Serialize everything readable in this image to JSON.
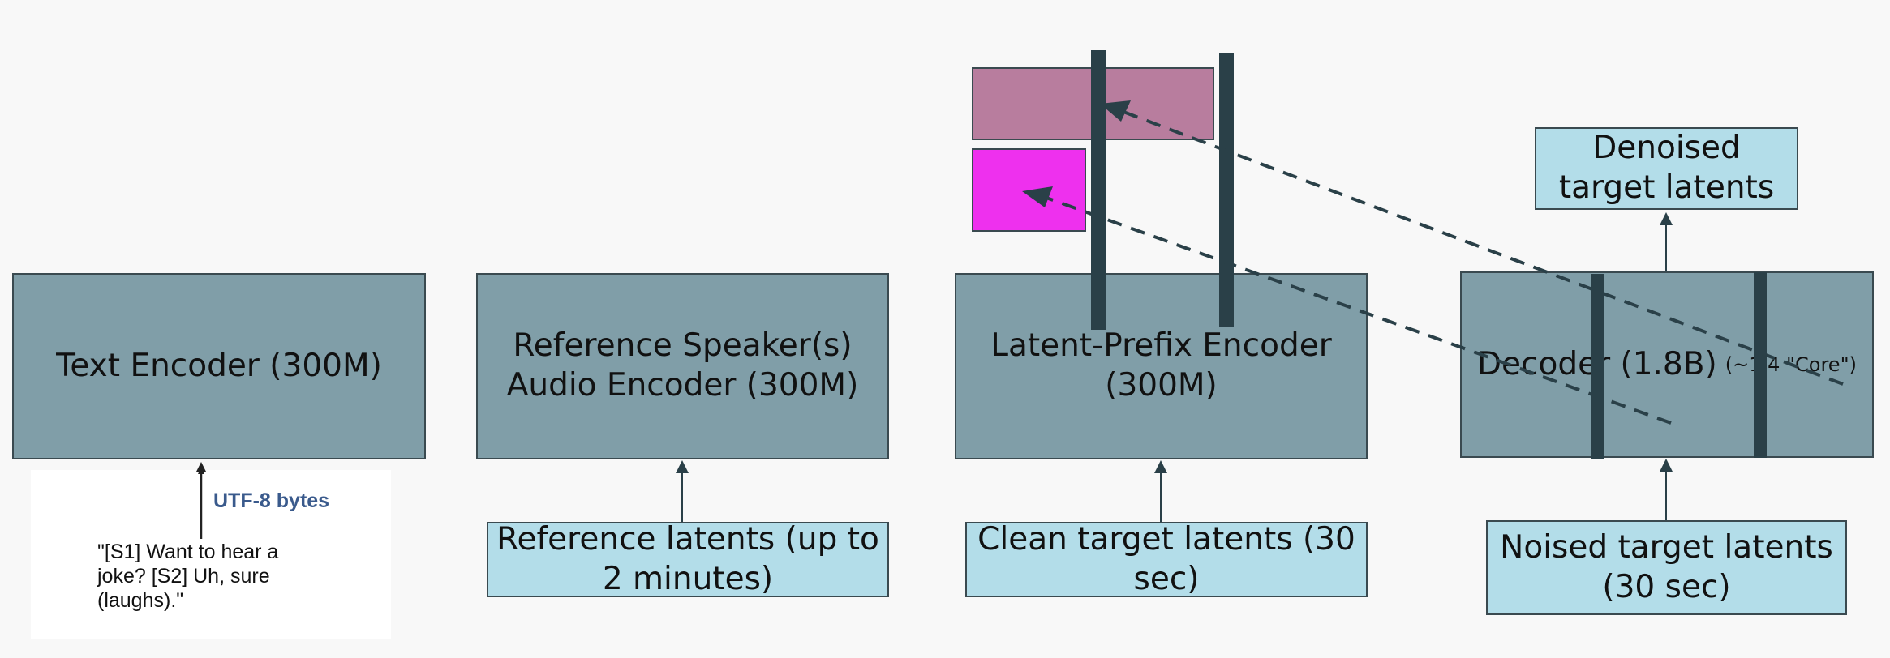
{
  "text_encoder": {
    "label": "Text Encoder (300M)"
  },
  "text_input": {
    "arrow_label": "UTF-8 bytes",
    "example": "\"[S1] Want to hear a joke? [S2] Uh, sure (laughs).\""
  },
  "reference_encoder": {
    "label_line1": "Reference Speaker(s)",
    "label_line2": "Audio Encoder (300M)"
  },
  "reference_input": {
    "label_line1": "Reference latents (up to",
    "label_line2": "2 minutes)"
  },
  "prefix_encoder": {
    "label_line1": "Latent-Prefix Encoder",
    "label_line2": "(300M)"
  },
  "prefix_input": {
    "label_line1": "Clean target latents (30",
    "label_line2": "sec)"
  },
  "decoder": {
    "label": "Decoder (1.8B)",
    "note": "(~1.4  \"Core\")"
  },
  "decoder_input": {
    "label_line1": "Noised target latents",
    "label_line2": "(30 sec)"
  },
  "decoder_output": {
    "label_line1": "Denoised",
    "label_line2": "target latents"
  },
  "colors": {
    "encoder": "#809ea8",
    "io": "#b3dde9",
    "pink": "#b87d9e",
    "magenta": "#ee30ee",
    "bar": "#2a4048",
    "arrow": "#2a4048"
  }
}
